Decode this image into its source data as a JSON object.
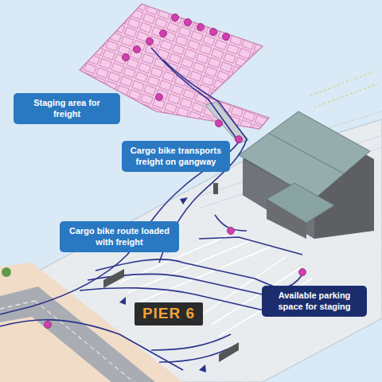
{
  "diagram": {
    "nodes": [
      {
        "text": [
          "Staging area for freight"
        ]
      },
      {
        "text": [
          "Cargo bike transports freight on gangway"
        ]
      },
      {
        "text": [
          "Cargo bike route loaded with freight"
        ]
      },
      {
        "text": [
          "PIER 6"
        ]
      },
      {
        "text": [
          "Available parking space for staging"
        ]
      }
    ]
  }
}
